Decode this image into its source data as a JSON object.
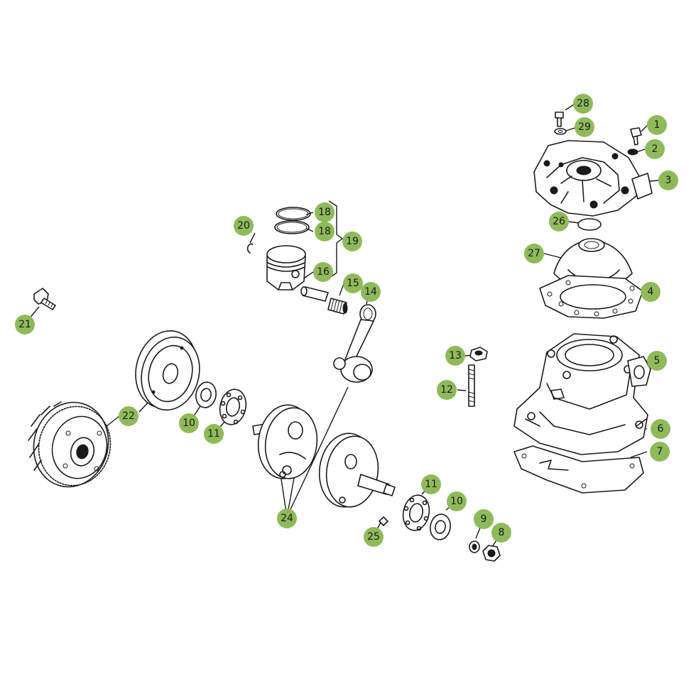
{
  "colors": {
    "callout": "#8fba5a",
    "line": "#1a1a1a",
    "background": "#ffffff"
  },
  "callouts": {
    "c1": "1",
    "c2": "2",
    "c3": "3",
    "c4": "4",
    "c5": "5",
    "c6": "6",
    "c7": "7",
    "c8": "8",
    "c9": "9",
    "c10a": "10",
    "c10b": "10",
    "c11a": "11",
    "c11b": "11",
    "c12": "12",
    "c13": "13",
    "c14": "14",
    "c15": "15",
    "c16": "16",
    "c18a": "18",
    "c18b": "18",
    "c19": "19",
    "c20": "20",
    "c21": "21",
    "c22": "22",
    "c24": "24",
    "c25": "25",
    "c26": "26",
    "c27": "27",
    "c28": "28",
    "c29": "29"
  }
}
